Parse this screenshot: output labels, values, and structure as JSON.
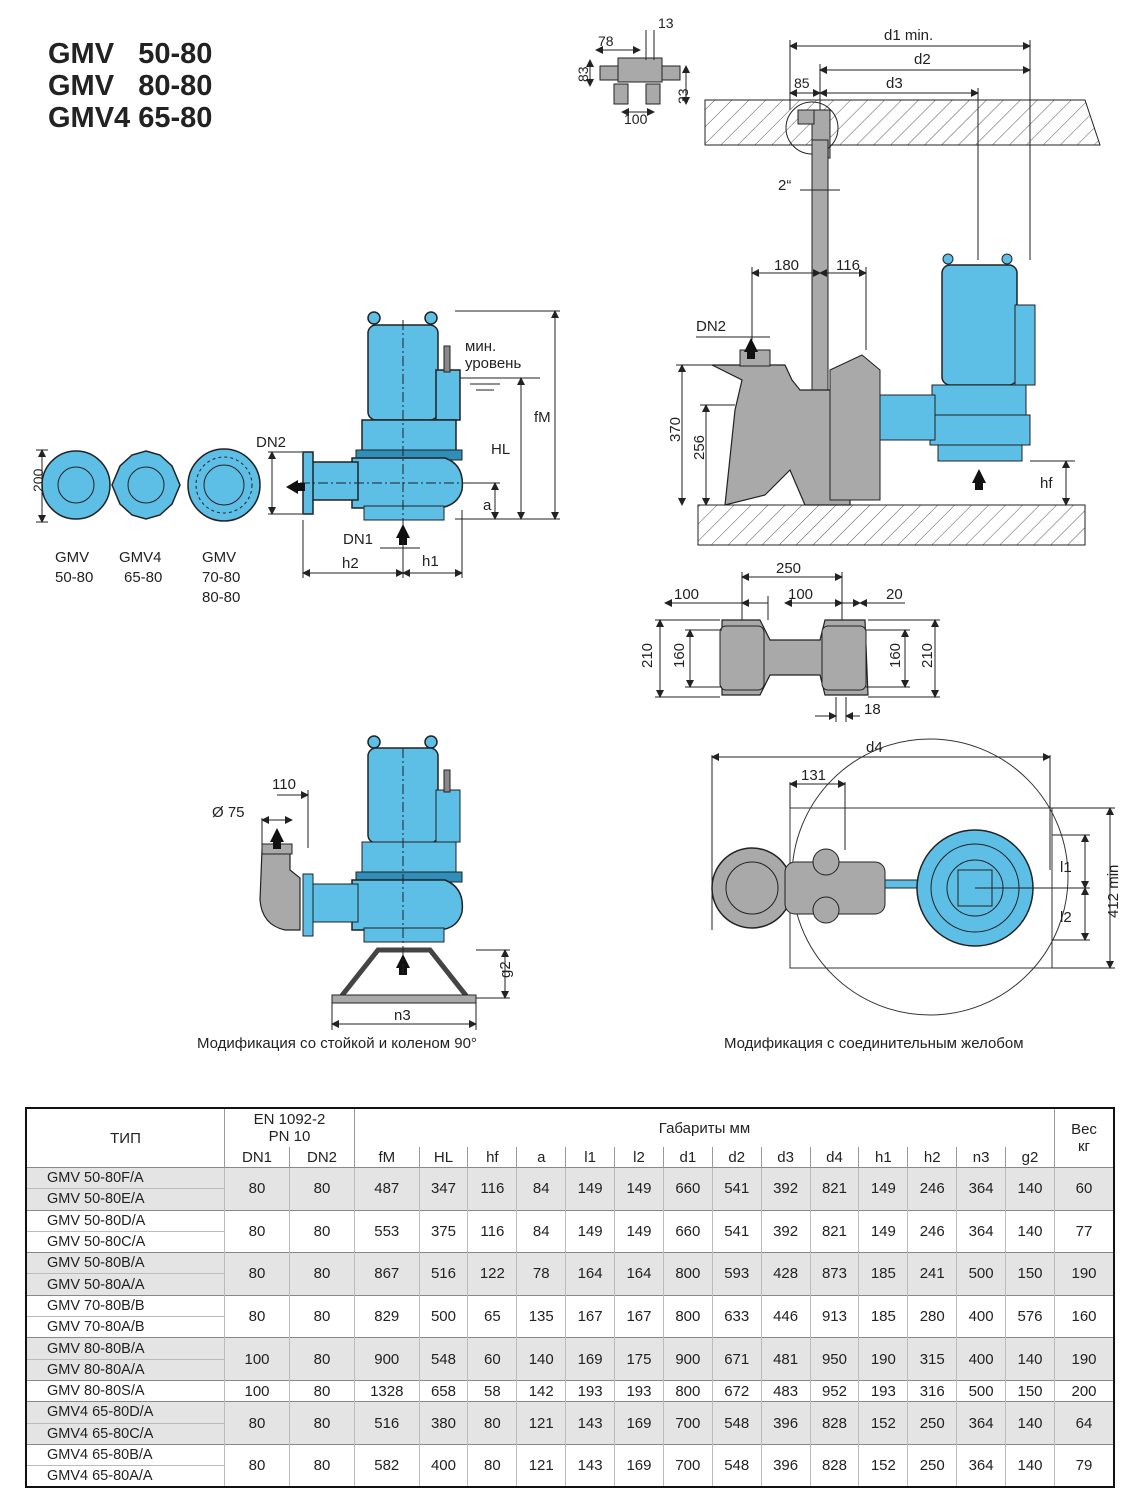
{
  "titles": [
    "GMV   50-80",
    "GMV   80-80",
    "GMV4 65-80"
  ],
  "colors": {
    "pump": "#5dbfe6",
    "pump_dark": "#2f8fb8",
    "grey_part": "#a9a9a9",
    "line": "#222222"
  },
  "labels": {
    "min_level_1": "мин.",
    "min_level_2": "уровень",
    "fM": "fM",
    "HL": "HL",
    "a": "a",
    "DN2": "DN2",
    "DN1": "DN1",
    "h1": "h1",
    "h2": "h2",
    "dim_200": "200",
    "flange1_l1": "GMV",
    "flange1_l2": "50-80",
    "flange2_l1": "GMV4",
    "flange2_l2": "65-80",
    "flange3_l1": "GMV",
    "flange3_l2": "70-80",
    "flange3_l3": "80-80",
    "top_78": "78",
    "top_13": "13",
    "top_83": "83",
    "top_33": "33",
    "top_100": "100",
    "d1": "d1 min.",
    "d2": "d2",
    "d3": "d3",
    "dim_85": "85",
    "inch2": "2“",
    "dim_180": "180",
    "dim_116": "116",
    "dim_370": "370",
    "dim_256": "256",
    "hf": "hf",
    "dim_250": "250",
    "dim_100a": "100",
    "dim_100b": "100",
    "dim_20": "20",
    "dim_210a": "210",
    "dim_160a": "160",
    "dim_160b": "160",
    "dim_210b": "210",
    "dim_18": "18",
    "dim_110": "110",
    "dia75": "Ø 75",
    "g2": "g2",
    "n3": "n3",
    "d4": "d4",
    "dim_131": "131",
    "l1": "l1",
    "l2": "l2",
    "min412": "412 min"
  },
  "captions": {
    "left": "Модификация со стойкой и коленом 90°",
    "right": "Модификация с соединительным желобом"
  },
  "table": {
    "type_header": "ТИП",
    "en_header_1": "EN 1092-2",
    "en_header_2": "PN 10",
    "dims_header": "Габариты   мм",
    "weight_header_1": "Вес",
    "weight_header_2": "кг",
    "columns": [
      "DN1",
      "DN2",
      "fM",
      "HL",
      "hf",
      "a",
      "l1",
      "l2",
      "d1",
      "d2",
      "d3",
      "d4",
      "h1",
      "h2",
      "n3",
      "g2"
    ],
    "groups": [
      {
        "types": [
          "GMV 50-80F/A",
          "GMV 50-80E/A"
        ],
        "values": [
          "80",
          "80",
          "487",
          "347",
          "116",
          "84",
          "149",
          "149",
          "660",
          "541",
          "392",
          "821",
          "149",
          "246",
          "364",
          "140",
          "60"
        ]
      },
      {
        "types": [
          "GMV 50-80D/A",
          "GMV 50-80C/A"
        ],
        "values": [
          "80",
          "80",
          "553",
          "375",
          "116",
          "84",
          "149",
          "149",
          "660",
          "541",
          "392",
          "821",
          "149",
          "246",
          "364",
          "140",
          "77"
        ]
      },
      {
        "types": [
          "GMV 50-80B/A",
          "GMV 50-80A/A"
        ],
        "values": [
          "80",
          "80",
          "867",
          "516",
          "122",
          "78",
          "164",
          "164",
          "800",
          "593",
          "428",
          "873",
          "185",
          "241",
          "500",
          "150",
          "190"
        ]
      },
      {
        "types": [
          "GMV 70-80B/B",
          "GMV 70-80A/B"
        ],
        "values": [
          "80",
          "80",
          "829",
          "500",
          "65",
          "135",
          "167",
          "167",
          "800",
          "633",
          "446",
          "913",
          "185",
          "280",
          "400",
          "576",
          "160"
        ]
      },
      {
        "types": [
          "GMV 80-80B/A",
          "GMV 80-80A/A"
        ],
        "values": [
          "100",
          "80",
          "900",
          "548",
          "60",
          "140",
          "169",
          "175",
          "900",
          "671",
          "481",
          "950",
          "190",
          "315",
          "400",
          "140",
          "190"
        ]
      },
      {
        "types": [
          "GMV 80-80S/A"
        ],
        "values": [
          "100",
          "80",
          "1328",
          "658",
          "58",
          "142",
          "193",
          "193",
          "800",
          "672",
          "483",
          "952",
          "193",
          "316",
          "500",
          "150",
          "200"
        ]
      },
      {
        "types": [
          "GMV4 65-80D/A",
          "GMV4 65-80C/A"
        ],
        "values": [
          "80",
          "80",
          "516",
          "380",
          "80",
          "121",
          "143",
          "169",
          "700",
          "548",
          "396",
          "828",
          "152",
          "250",
          "364",
          "140",
          "64"
        ]
      },
      {
        "types": [
          "GMV4 65-80B/A",
          "GMV4 65-80A/A"
        ],
        "values": [
          "80",
          "80",
          "582",
          "400",
          "80",
          "121",
          "143",
          "169",
          "700",
          "548",
          "396",
          "828",
          "152",
          "250",
          "364",
          "140",
          "79"
        ]
      }
    ]
  }
}
